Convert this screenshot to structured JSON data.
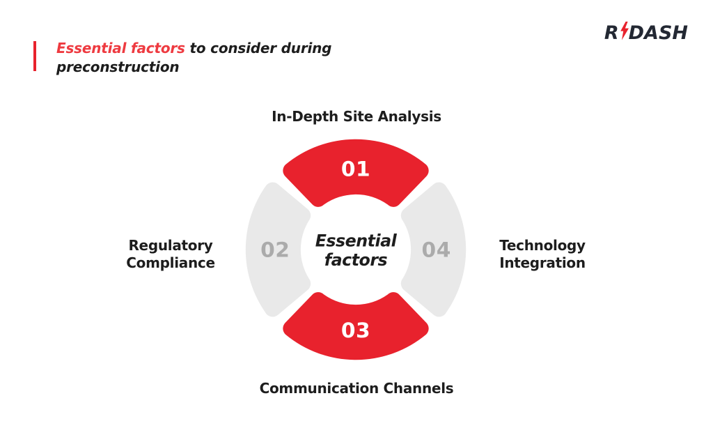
{
  "header": {
    "title_highlight": "Essential factors",
    "title_rest": "to consider during",
    "title_line2": "preconstruction"
  },
  "logo": {
    "part1": "R",
    "part2": "DASH",
    "bolt_icon": "lightning-bolt"
  },
  "diagram": {
    "center_line1": "Essential",
    "center_line2": "factors",
    "segments": [
      {
        "number": "01",
        "label": "In-Depth Site Analysis",
        "position": "top",
        "color": "#e8222d",
        "number_color": "#ffffff"
      },
      {
        "number": "02",
        "label": "Regulatory Compliance",
        "position": "left",
        "color": "#e9e9e9",
        "number_color": "#ababab"
      },
      {
        "number": "03",
        "label": "Communication Channels",
        "position": "bottom",
        "color": "#e8222d",
        "number_color": "#ffffff"
      },
      {
        "number": "04",
        "label": "Technology Integration",
        "position": "right",
        "color": "#e9e9e9",
        "number_color": "#ababab"
      }
    ]
  },
  "colors": {
    "accent_red": "#e8222d",
    "title_red": "#ee3a40",
    "segment_gray": "#e9e9e9",
    "number_gray": "#ababab",
    "text_dark": "#1d1d1d",
    "logo_dark": "#232833",
    "background": "#ffffff"
  }
}
